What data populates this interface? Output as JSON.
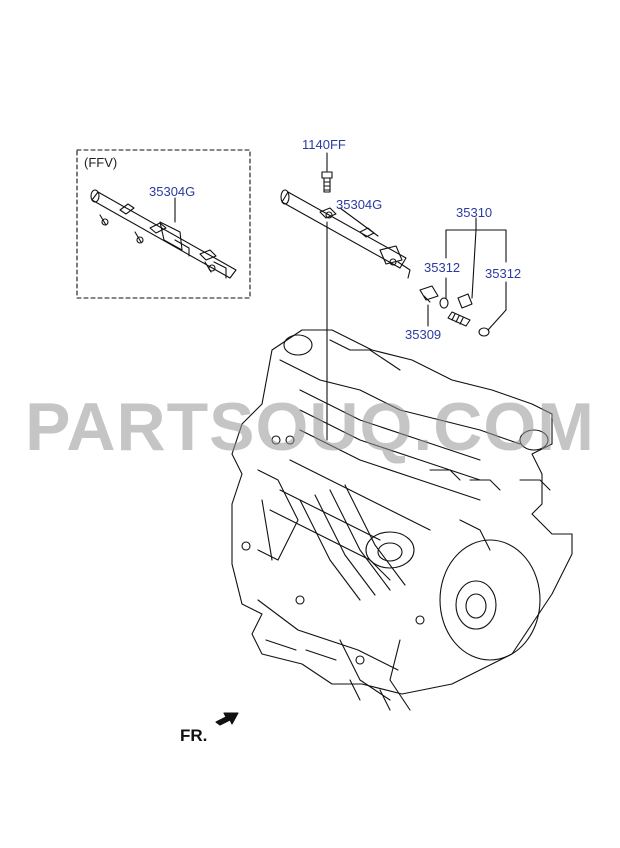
{
  "inset": {
    "label": "(FFV)"
  },
  "callouts": {
    "bolt": "1140FF",
    "rail_ffv": "35304G",
    "rail_main": "35304G",
    "injector_assy": "35310",
    "oring_upper": "35312",
    "oring_lower": "35312",
    "clip": "35309"
  },
  "direction": {
    "label": "FR."
  },
  "watermark": {
    "text": "PARTSOUQ.COM"
  },
  "colors": {
    "callout": "#2b3aa0",
    "line": "#111111",
    "watermark": "#969696"
  }
}
